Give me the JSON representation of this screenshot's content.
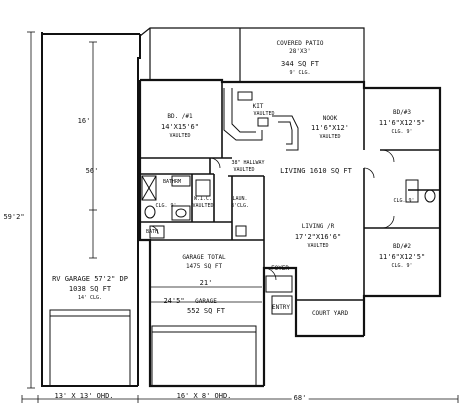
{
  "plan": {
    "covered_patio": {
      "name": "COVERED PATIO",
      "dims": "28'X3'",
      "area": "344 SQ FT",
      "ceiling": "9' CLG."
    },
    "bd1": {
      "name": "BD. /#1",
      "dims": "14'X15'6\"",
      "note": "VAULTED"
    },
    "kit": {
      "name": "KIT",
      "note": "VAULTED"
    },
    "nook": {
      "name": "NOOK",
      "dims": "11'6\"X12'",
      "note": "VAULTED"
    },
    "bd3": {
      "name": "BD/#3",
      "dims": "11'6\"X12'5\"",
      "ceiling": "CLG. 9'"
    },
    "hallway": {
      "name": "38\" HALLWAY",
      "note": "VAULTED"
    },
    "living_area": "LIVING 1610 SQ FT",
    "bathrm": "BATHRM",
    "wic": {
      "name": "W.I.C.",
      "note": "VAULTED"
    },
    "laun": {
      "name": "LAUN.",
      "ceiling": "8'CLG."
    },
    "bath_clg": "CLG. 9'",
    "bath_label": "BATH",
    "garage_total": {
      "name": "GARAGE TOTAL",
      "area": "1475 SQ FT"
    },
    "dim_21": "21'",
    "dim_24_5": "24'5\"",
    "garage": {
      "name": "GARAGE",
      "area": "552 SQ FT"
    },
    "living_room": {
      "name": "LIVING /R",
      "dims": "17'2\"X16'6\"",
      "note": "VAULTED"
    },
    "bd2": {
      "name": "BD/#2",
      "dims": "11'6\"X12'5\"",
      "ceiling": "CLG. 9'"
    },
    "foyer": "FOYER",
    "entry": "ENTRY",
    "court_yard": "COURT YARD",
    "rv_garage": {
      "name": "RV GARAGE 57'2\" DP",
      "area": "1038 SQ FT",
      "ceiling": "14' CLG."
    },
    "rv_door": "13' X 13' OHD.",
    "garage_door": "16' X 8' OHD.",
    "dim_16": "16'",
    "dim_56": "56'",
    "dim_59_2": "59'2\"",
    "dim_68": "68'",
    "clg_9": "CLG. 9'"
  }
}
